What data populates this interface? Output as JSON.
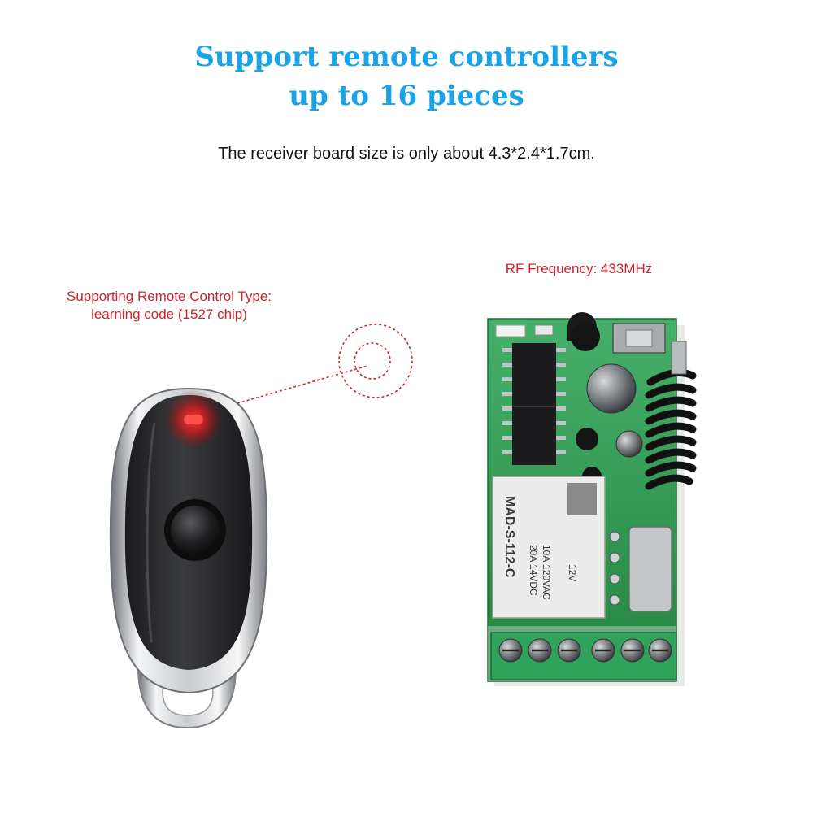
{
  "header": {
    "title_line1": "Support remote controllers",
    "title_line2": "up to 16 pieces",
    "subtitle": "The receiver board size is only about 4.3*2.4*1.7cm."
  },
  "remote_label": {
    "line1": "Supporting Remote Control Type:",
    "line2": "learning code (1527 chip)"
  },
  "receiver_label": {
    "text": "RF Frequency: 433MHz"
  },
  "relay_markings": {
    "model": "MAD-S-112-C",
    "rating1": "10A 120VAC",
    "rating2": "20A 14VDC",
    "coil": "12V"
  },
  "colors": {
    "title": "#1aa3e6",
    "annotation": "#d2232a",
    "pcb": "#2f9a52",
    "led": "#ff2a2a"
  }
}
